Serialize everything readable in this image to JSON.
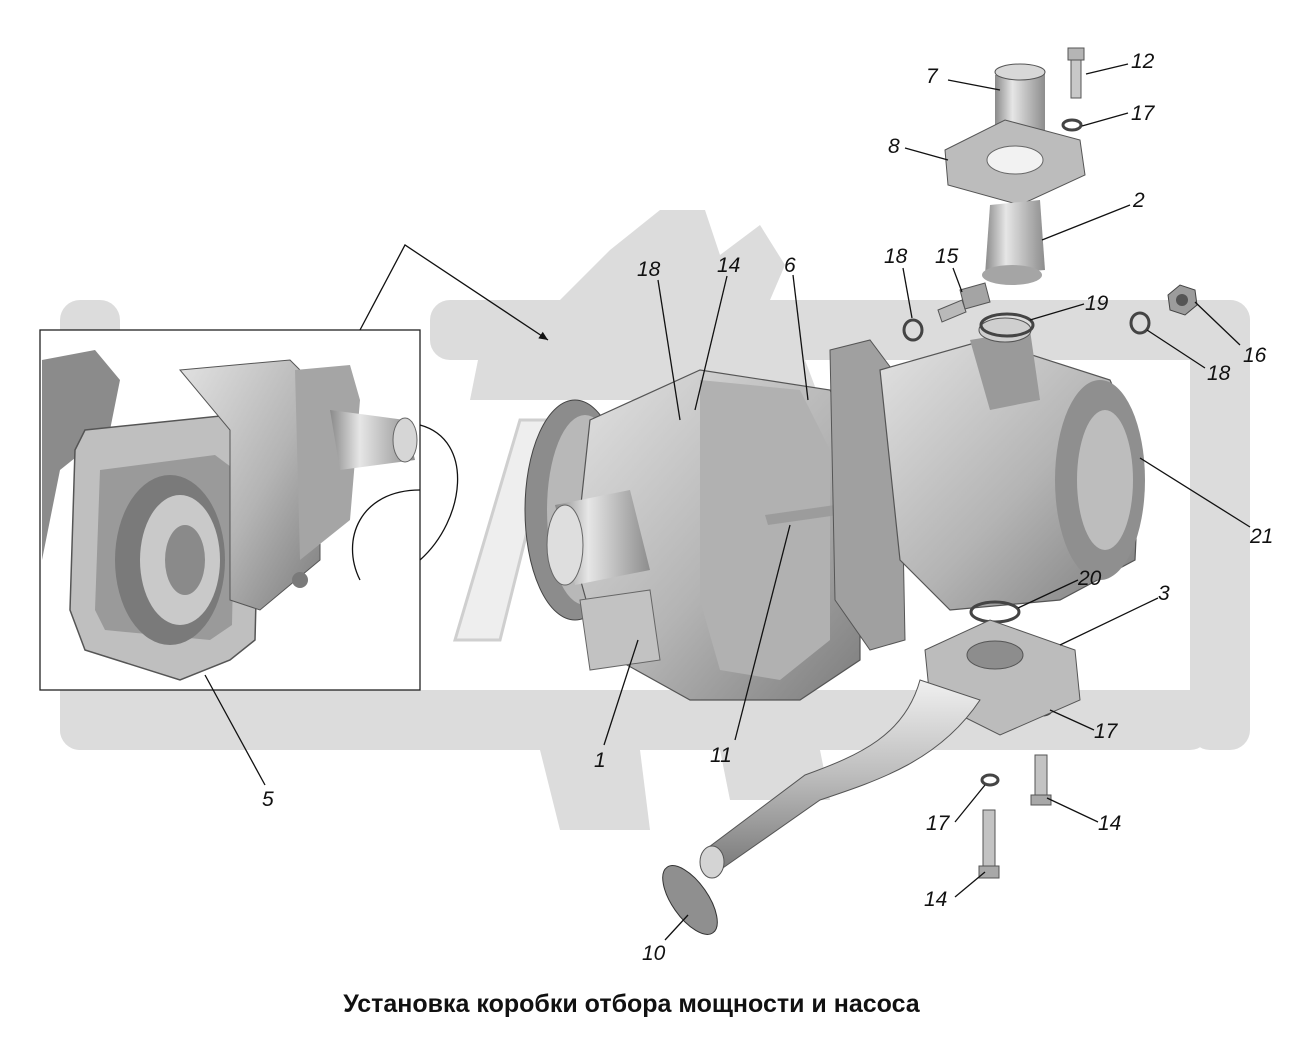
{
  "caption": "Установка коробки отбора мощности и насоса",
  "callouts": [
    {
      "id": "c7",
      "text": "7"
    },
    {
      "id": "c12",
      "text": "12"
    },
    {
      "id": "c17a",
      "text": "17"
    },
    {
      "id": "c8",
      "text": "8"
    },
    {
      "id": "c2",
      "text": "2"
    },
    {
      "id": "c18a",
      "text": "18"
    },
    {
      "id": "c15",
      "text": "15"
    },
    {
      "id": "c19",
      "text": "19"
    },
    {
      "id": "c16",
      "text": "16"
    },
    {
      "id": "c18b",
      "text": "18"
    },
    {
      "id": "c18c",
      "text": "18"
    },
    {
      "id": "c14a",
      "text": "14"
    },
    {
      "id": "c6",
      "text": "6"
    },
    {
      "id": "c21",
      "text": "21"
    },
    {
      "id": "c20",
      "text": "20"
    },
    {
      "id": "c3",
      "text": "3"
    },
    {
      "id": "c17b",
      "text": "17"
    },
    {
      "id": "c1",
      "text": "1"
    },
    {
      "id": "c11",
      "text": "11"
    },
    {
      "id": "c5",
      "text": "5"
    },
    {
      "id": "c17c",
      "text": "17"
    },
    {
      "id": "c14b",
      "text": "14"
    },
    {
      "id": "c14c",
      "text": "14"
    },
    {
      "id": "c10",
      "text": "10"
    }
  ],
  "colors": {
    "watermark": "#d9d9d9",
    "part_light": "#cfcfcf",
    "part_mid": "#a9a9a9",
    "part_dark": "#6e6e6e",
    "ink": "#111111"
  }
}
